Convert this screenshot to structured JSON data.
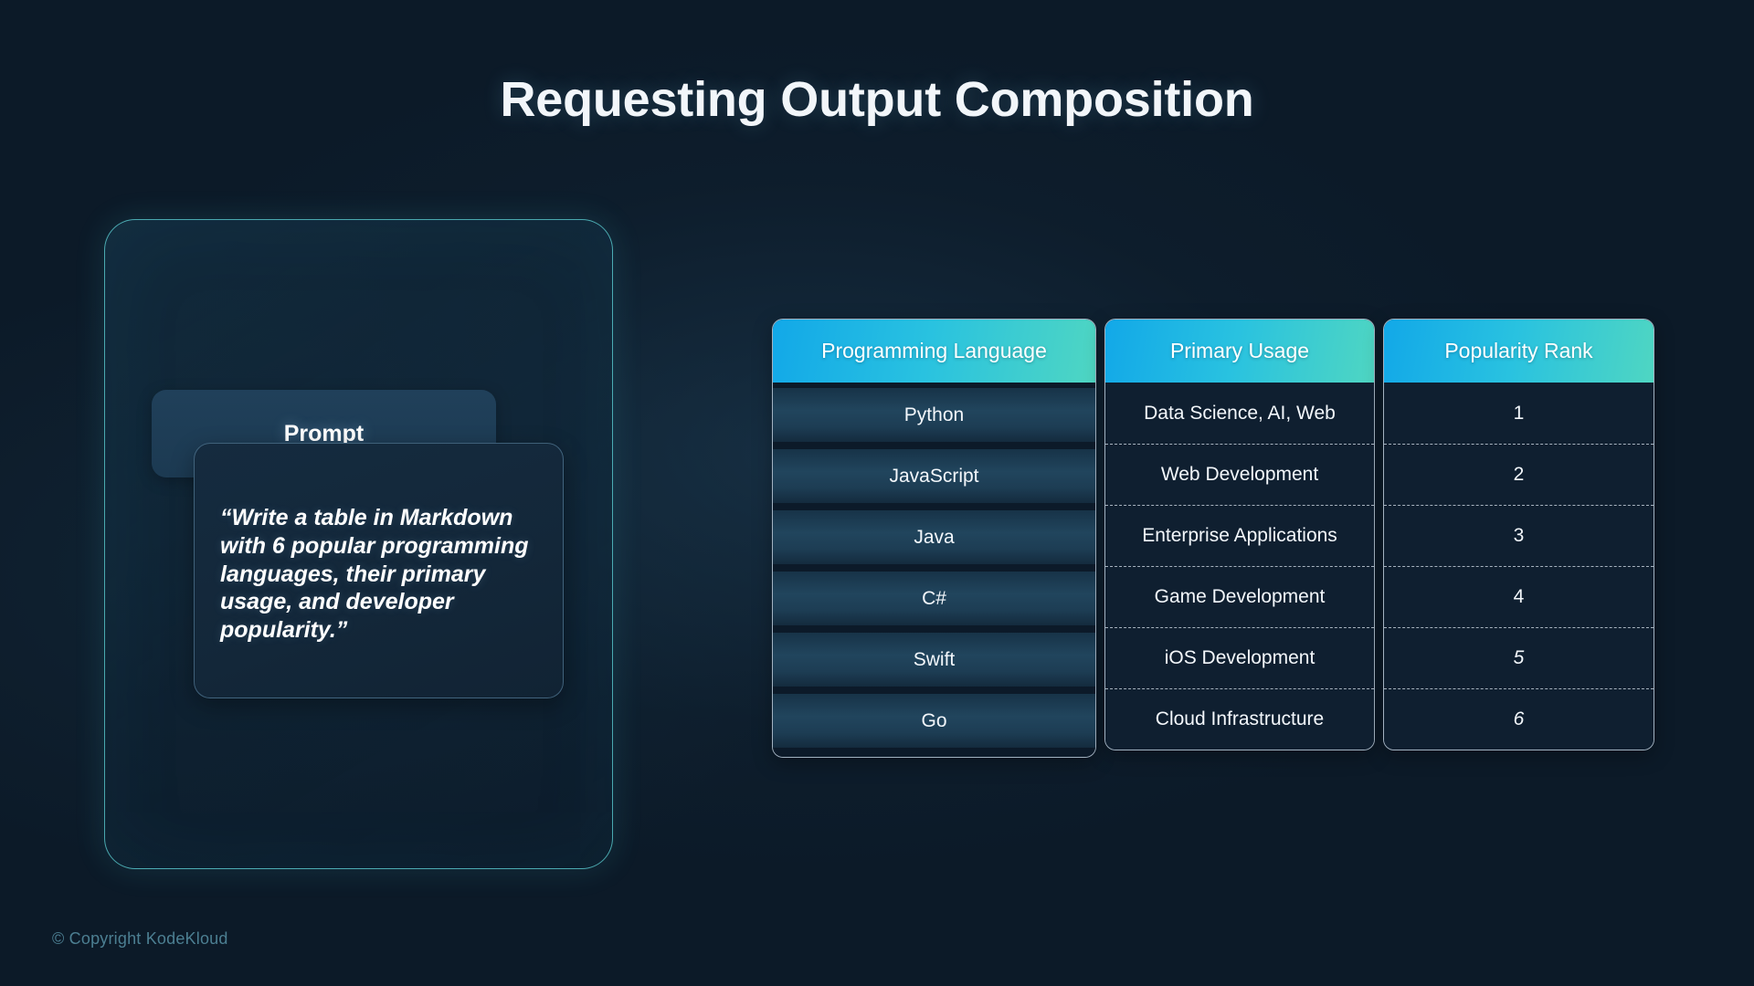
{
  "slide": {
    "title": "Requesting Output Composition",
    "background_color": "#0c1a28",
    "accent_color": "#29c2e0"
  },
  "prompt_panel": {
    "label": "Prompt",
    "quote": "“Write a table in Markdown with 6 popular programming languages, their primary usage, and developer popularity.”"
  },
  "table": {
    "columns": [
      {
        "header": "Programming Language",
        "cells": [
          "Python",
          "JavaScript",
          "Java",
          "C#",
          "Swift",
          "Go"
        ]
      },
      {
        "header": "Primary Usage",
        "cells": [
          "Data Science, AI, Web",
          "Web Development",
          "Enterprise Applications",
          "Game Development",
          "iOS Development",
          "Cloud Infrastructure"
        ]
      },
      {
        "header": "Popularity Rank",
        "cells": [
          "1",
          "2",
          "3",
          "4",
          "5",
          "6"
        ]
      }
    ]
  },
  "footer": {
    "copyright": "© Copyright KodeKloud"
  }
}
